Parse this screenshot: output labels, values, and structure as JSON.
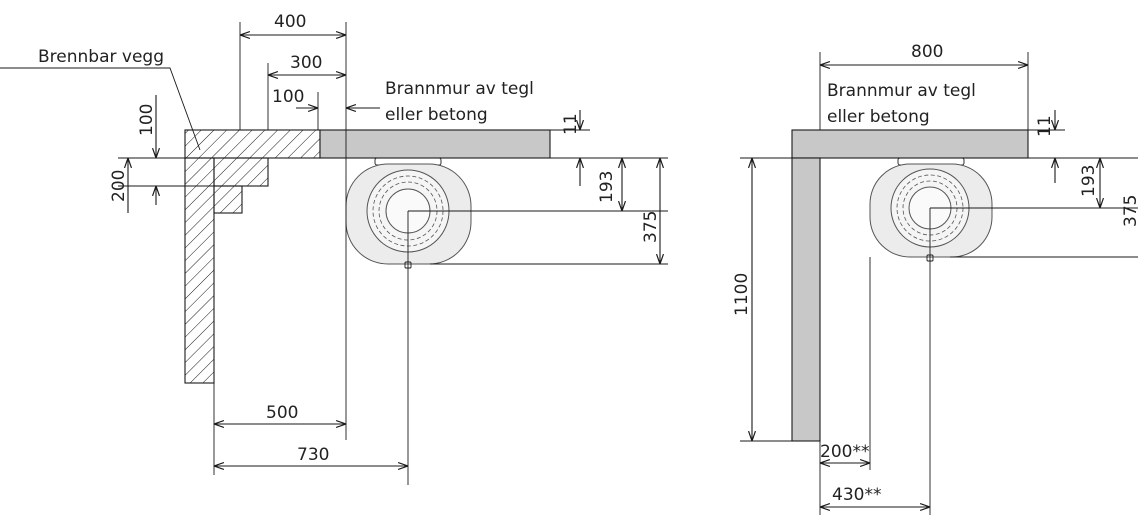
{
  "left": {
    "label_wall": "Brennbar vegg",
    "label_fire_line1": "Brannmur av tegl",
    "label_fire_line2": "eller betong",
    "dim_400": "400",
    "dim_300": "300",
    "dim_100h": "100",
    "dim_100v": "100",
    "dim_200": "200",
    "dim_11": "11",
    "dim_193": "193",
    "dim_375": "375",
    "dim_500": "500",
    "dim_730": "730"
  },
  "right": {
    "label_fire_line1": "Brannmur av tegl",
    "label_fire_line2": "eller betong",
    "dim_800": "800",
    "dim_11": "11",
    "dim_193": "193",
    "dim_375": "375",
    "dim_1100": "1100",
    "dim_200": "200**",
    "dim_430": "430**"
  },
  "colors": {
    "firewall": "#c8c8c8",
    "stove_body": "#ececec",
    "stove_detail": "#555555"
  }
}
